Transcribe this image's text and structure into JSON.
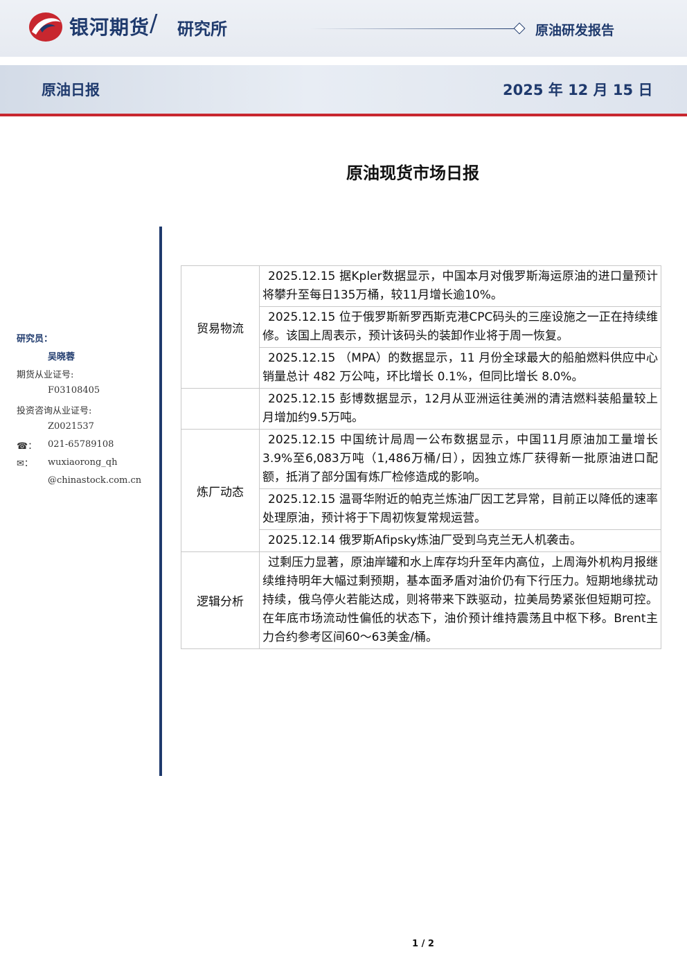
{
  "header": {
    "brand": "银河期货",
    "slash": "/",
    "department": "研究所",
    "report_type": "原油研发报告"
  },
  "subheader": {
    "daily_title": "原油日报",
    "date": "2025 年 12 月 15 日"
  },
  "title": "原油现货市场日报",
  "sidebar": {
    "researcher_label": "研究员：",
    "researcher_name": "吴晓蓉",
    "futures_cert_label": "期货从业证号:",
    "futures_cert": "F03108405",
    "advisory_cert_label": "投资咨询从业证号:",
    "advisory_cert": "Z0021537",
    "phone_icon": "☎：",
    "phone": "021-65789108",
    "email_icon": "✉：",
    "email_line1": "wuxiaorong_qh",
    "email_line2": "@chinastock.com.cn"
  },
  "table": {
    "trade_label": "贸易物流",
    "trade_1": "2025.12.15 据Kpler数据显示，中国本月对俄罗斯海运原油的进口量预计将攀升至每日135万桶，较11月增长逾10%。",
    "trade_2": "2025.12.15 位于俄罗斯新罗西斯克港CPC码头的三座设施之一正在持续维修。该国上周表示，预计该码头的装卸作业将于周一恢复。",
    "trade_3": "2025.12.15 （MPA）的数据显示，11 月份全球最大的船舶燃料供应中心销量总计 482 万公吨，环比增长 0.1%，但同比增长 8.0%。",
    "other_1": "2025.12.15 彭博数据显示，12月从亚洲运往美洲的清洁燃料装船量较上月增加约9.5万吨。",
    "refinery_label": "炼厂动态",
    "refinery_1": "2025.12.15 中国统计局周一公布数据显示，中国11月原油加工量增长3.9%至6,083万吨（1,486万桶/日），因独立炼厂获得新一批原油进口配额，抵消了部分国有炼厂检修造成的影响。",
    "refinery_2": "2025.12.15 温哥华附近的帕克兰炼油厂因工艺异常，目前正以降低的速率处理原油，预计将于下周初恢复常规运营。",
    "refinery_3": "2025.12.14 俄罗斯Afipsky炼油厂受到乌克兰无人机袭击。",
    "logic_label": "逻辑分析",
    "logic_1": "过剩压力显著，原油岸罐和水上库存均升至年内高位，上周海外机构月报继续维持明年大幅过剩预期，基本面矛盾对油价仍有下行压力。短期地缘扰动持续，俄乌停火若能达成，则将带来下跌驱动，拉美局势紧张但短期可控。在年底市场流动性偏低的状态下，油价预计维持震荡且中枢下移。Brent主力合约参考区间60～63美金/桶。"
  },
  "footer": {
    "page": "1 / 2"
  }
}
